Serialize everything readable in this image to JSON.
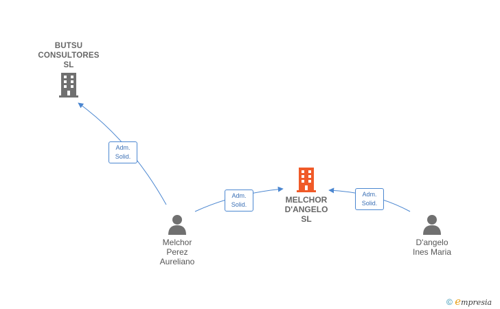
{
  "nodes": {
    "butsu": {
      "label_lines": [
        "BUTSU",
        "CONSULTORES",
        "SL"
      ],
      "type": "company"
    },
    "melchor_sl": {
      "label_lines": [
        "MELCHOR",
        "D'ANGELO",
        "SL"
      ],
      "type": "company-main"
    },
    "melchor_perez": {
      "label_lines": [
        "Melchor",
        "Perez",
        "Aureliano"
      ],
      "type": "person"
    },
    "dangelo_ines": {
      "label_lines": [
        "D'angelo",
        "Ines Maria"
      ],
      "type": "person"
    }
  },
  "edges": [
    {
      "from": "melchor_perez",
      "to": "butsu",
      "label_lines": [
        "Adm.",
        "Solid."
      ]
    },
    {
      "from": "melchor_perez",
      "to": "melchor_sl",
      "label_lines": [
        "Adm.",
        "Solid."
      ]
    },
    {
      "from": "dangelo_ines",
      "to": "melchor_sl",
      "label_lines": [
        "Adm.",
        "Solid."
      ]
    }
  ],
  "colors": {
    "edge": "#4a86d0",
    "company_icon": "#707070",
    "main_company_icon": "#f05a28",
    "person_icon": "#707070"
  },
  "watermark": {
    "copyright": "©",
    "brand_initial": "e",
    "brand_rest": "mpresia"
  }
}
